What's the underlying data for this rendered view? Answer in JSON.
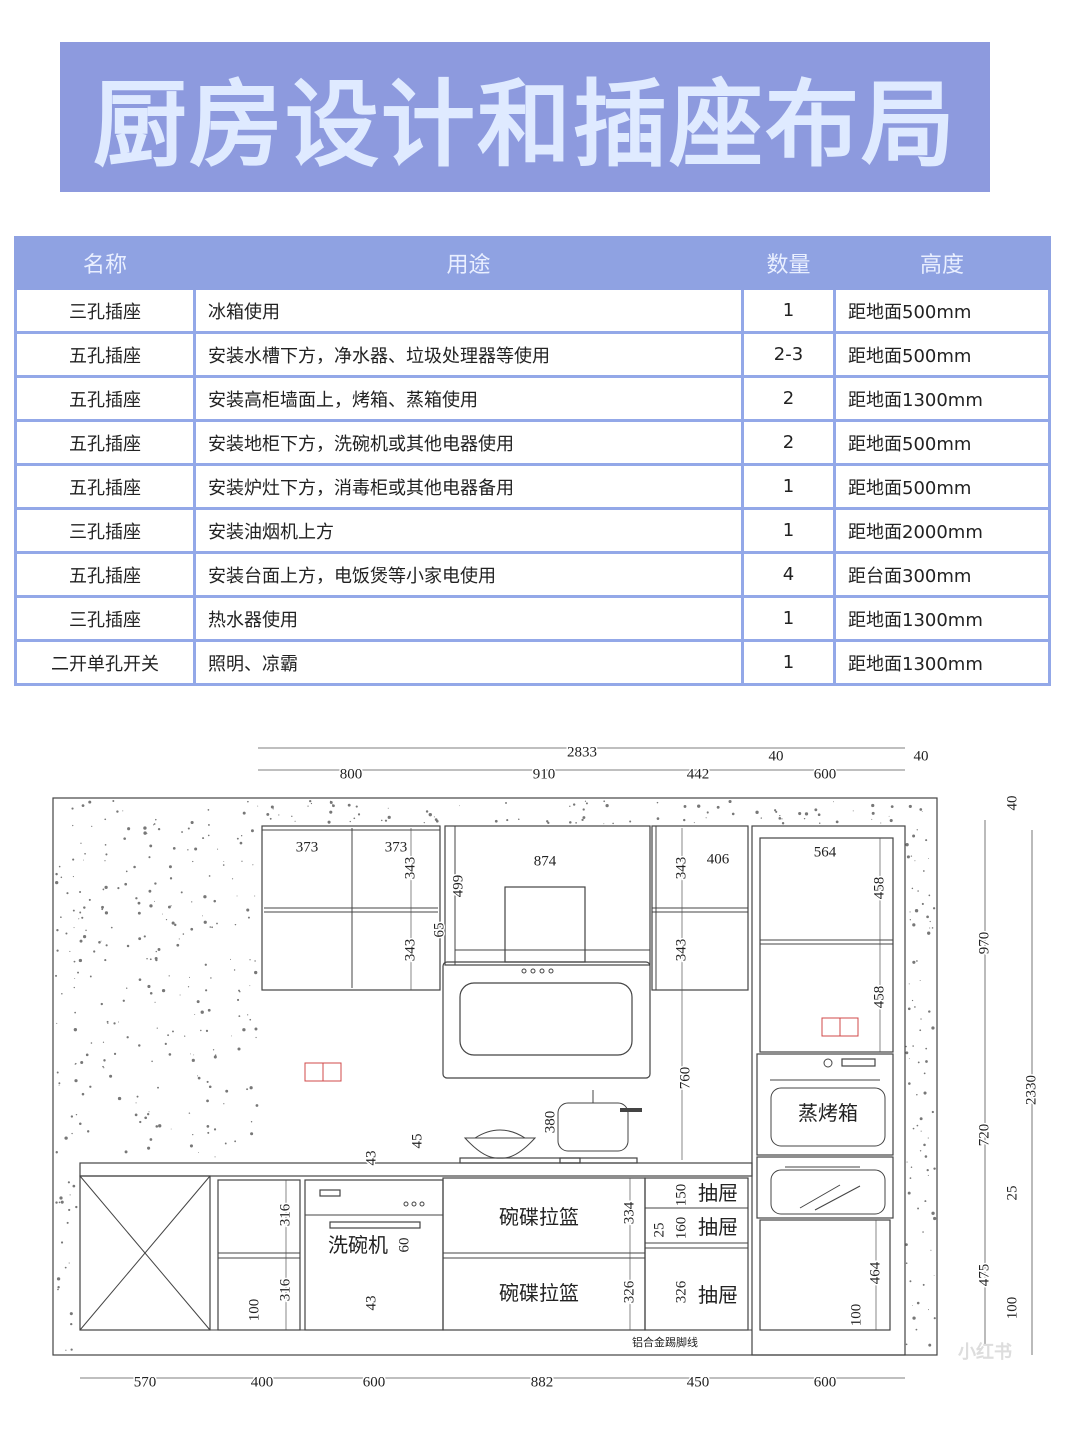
{
  "title": "厨房设计和插座布局",
  "table": {
    "headers": [
      "名称",
      "用途",
      "数量",
      "高度"
    ],
    "rows": [
      [
        "三孔插座",
        "冰箱使用",
        "1",
        "距地面500mm"
      ],
      [
        "五孔插座",
        "安装水槽下方，净水器、垃圾处理器等使用",
        "2-3",
        "距地面500mm"
      ],
      [
        "五孔插座",
        "安装高柜墙面上，烤箱、蒸箱使用",
        "2",
        "距地面1300mm"
      ],
      [
        "五孔插座",
        "安装地柜下方，洗碗机或其他电器使用",
        "2",
        "距地面500mm"
      ],
      [
        "五孔插座",
        "安装炉灶下方，消毒柜或其他电器备用",
        "1",
        "距地面500mm"
      ],
      [
        "三孔插座",
        "安装油烟机上方",
        "1",
        "距地面2000mm"
      ],
      [
        "五孔插座",
        "安装台面上方，电饭煲等小家电使用",
        "4",
        "距台面300mm"
      ],
      [
        "三孔插座",
        "热水器使用",
        "1",
        "距地面1300mm"
      ],
      [
        "二开单孔开关",
        "照明、凉霸",
        "1",
        "距地面1300mm"
      ]
    ]
  },
  "drawing": {
    "dims": [
      "2833",
      "800",
      "910",
      "442",
      "40",
      "600",
      "40",
      "373",
      "373",
      "343",
      "343",
      "499",
      "65",
      "874",
      "406",
      "343",
      "343",
      "564",
      "458",
      "458",
      "760",
      "380",
      "43",
      "45",
      "316",
      "316",
      "100",
      "43",
      "60",
      "334",
      "326",
      "150",
      "160",
      "25",
      "326",
      "464",
      "100",
      "40",
      "970",
      "720",
      "25",
      "475",
      "100",
      "2330",
      "570",
      "400",
      "600",
      "882",
      "450",
      "600"
    ],
    "labels": {
      "dishwasher": "洗碗机",
      "basket_top": "碗碟拉篮",
      "basket_bottom": "碗碟拉篮",
      "drawer1": "抽屉",
      "drawer2": "抽屉",
      "drawer3": "抽屉",
      "steam_oven": "蒸烤箱",
      "kickboard": "铝合金踢脚线"
    },
    "watermark": "小红书",
    "socket_color": "#d04848"
  }
}
